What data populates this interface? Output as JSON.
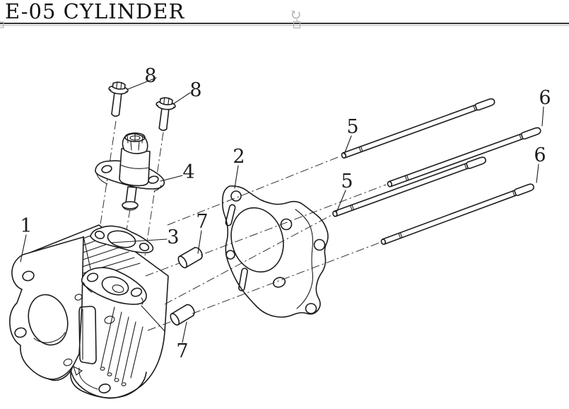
{
  "title": "E-05 CYLINDER",
  "drawing": {
    "type": "exploded-parts-diagram",
    "callouts": [
      {
        "number": "1",
        "part": "cylinder-block"
      },
      {
        "number": "2",
        "part": "cylinder-head-gasket"
      },
      {
        "number": "3",
        "part": "tensioner-gasket"
      },
      {
        "number": "4",
        "part": "cam-chain-tensioner"
      },
      {
        "number": "5",
        "part": "stud-top-left-end"
      },
      {
        "number": "5",
        "part": "stud-bottom-left-end"
      },
      {
        "number": "6",
        "part": "stud-top-right-end"
      },
      {
        "number": "6",
        "part": "stud-bottom-right-end"
      },
      {
        "number": "7",
        "part": "dowel-pin-upper"
      },
      {
        "number": "7",
        "part": "dowel-pin-lower"
      },
      {
        "number": "8",
        "part": "flange-bolt-left"
      },
      {
        "number": "8",
        "part": "flange-bolt-right"
      }
    ]
  },
  "decorations": {
    "rotate_icon": "↻"
  },
  "colors": {
    "line": "#1c1c1c",
    "rule_black": "#111111",
    "rule_gray": "#b3b3b3"
  }
}
